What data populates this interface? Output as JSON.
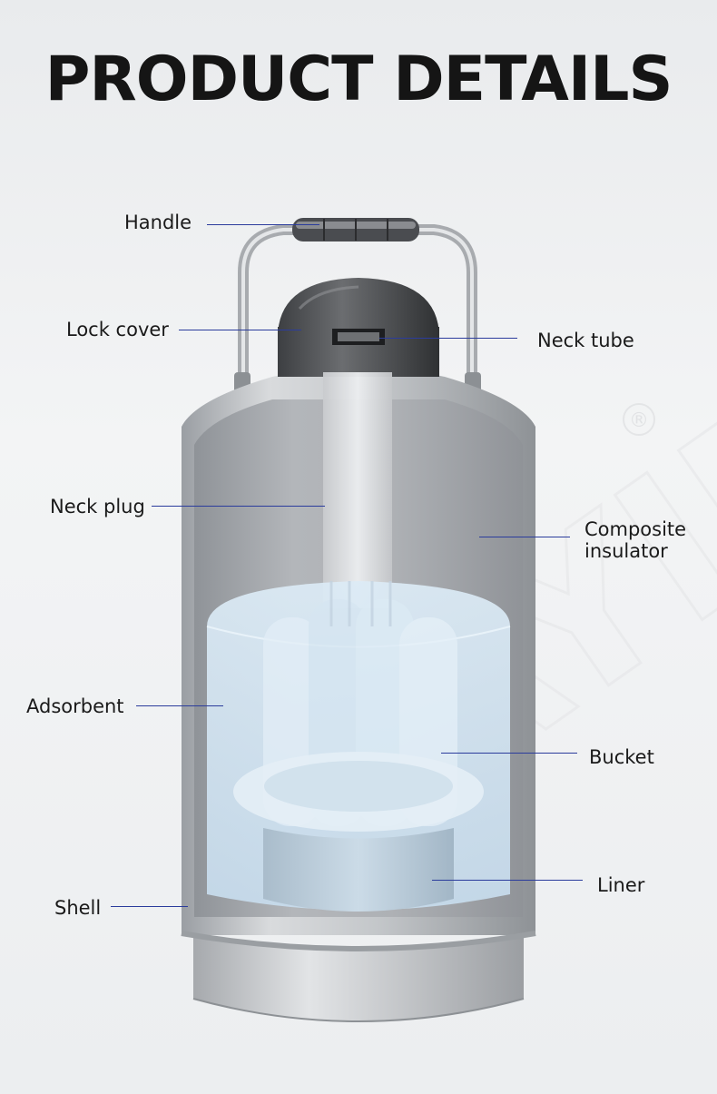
{
  "title": "PRODUCT DETAILS",
  "watermark": {
    "symbol": "®"
  },
  "labels": {
    "handle": "Handle",
    "lock_cover": "Lock cover",
    "neck_tube": "Neck tube",
    "neck_plug": "Neck plug",
    "composite_insulator": [
      "Composite",
      "insulator"
    ],
    "adsorbent": "Adsorbent",
    "bucket": "Bucket",
    "shell": "Shell",
    "liner": "Liner"
  },
  "colors": {
    "leader_line": "#2b3c9c",
    "text": "#1a1a1a",
    "title": "#151515"
  }
}
